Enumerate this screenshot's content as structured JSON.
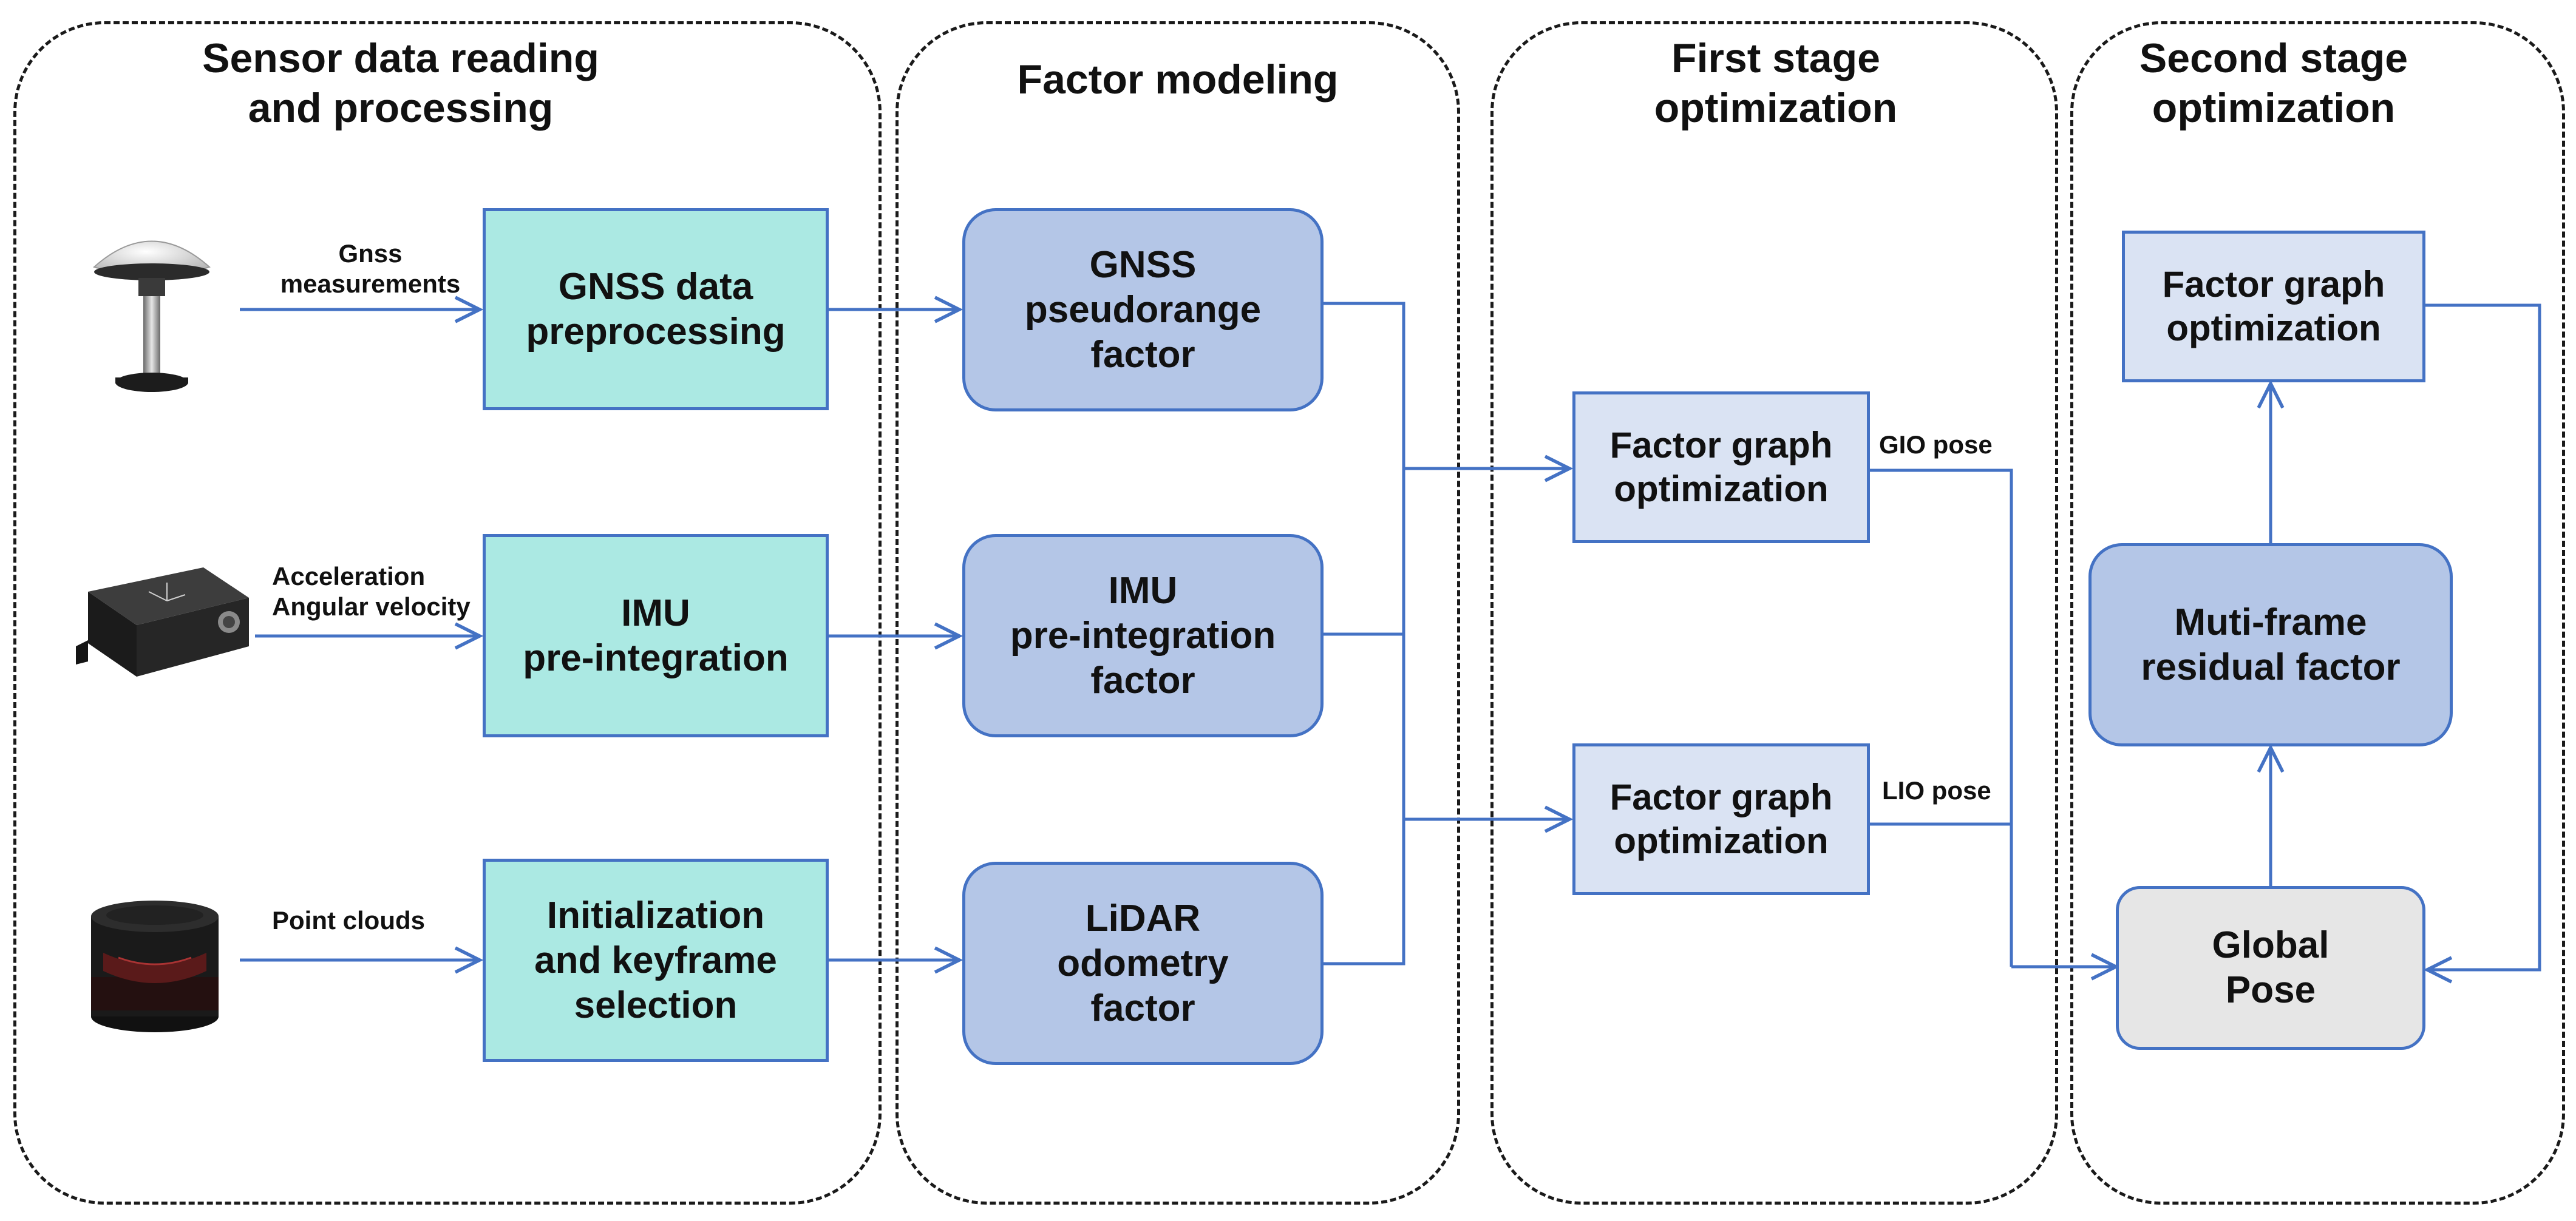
{
  "panels": {
    "sensor": "Sensor data reading\nand processing",
    "factor": "Factor modeling",
    "first": "First stage\noptimization",
    "second": "Second stage\noptimization"
  },
  "preprocess": {
    "gnss": "GNSS data\npreprocessing",
    "imu": "IMU\npre-integration",
    "lidar": "Initialization\nand keyframe\nselection"
  },
  "factors": {
    "gnss": "GNSS\npseudorange\nfactor",
    "imu": "IMU\npre-integration\nfactor",
    "lidar": "LiDAR\nodometry\nfactor"
  },
  "first_stage": {
    "top": "Factor graph\noptimization",
    "bottom": "Factor graph\noptimization"
  },
  "second_stage": {
    "fgo": "Factor graph\noptimization",
    "residual": "Muti-frame\nresidual factor",
    "global": "Global\nPose"
  },
  "labels": {
    "gnss_meas": "Gnss\nmeasurements",
    "imu_meas": "Acceleration\nAngular velocity",
    "point_clouds": "Point clouds",
    "gio": "GIO pose",
    "lio": "LIO pose"
  },
  "icons": [
    "gnss-antenna-icon",
    "imu-sensor-icon",
    "lidar-sensor-icon"
  ],
  "colors": {
    "arrow": "#4472c4",
    "preprocess_fill": "#abe9e3",
    "factor_fill": "#b4c6e7",
    "opt_fill": "#dae3f3",
    "pose_fill": "#e6e6e6"
  }
}
